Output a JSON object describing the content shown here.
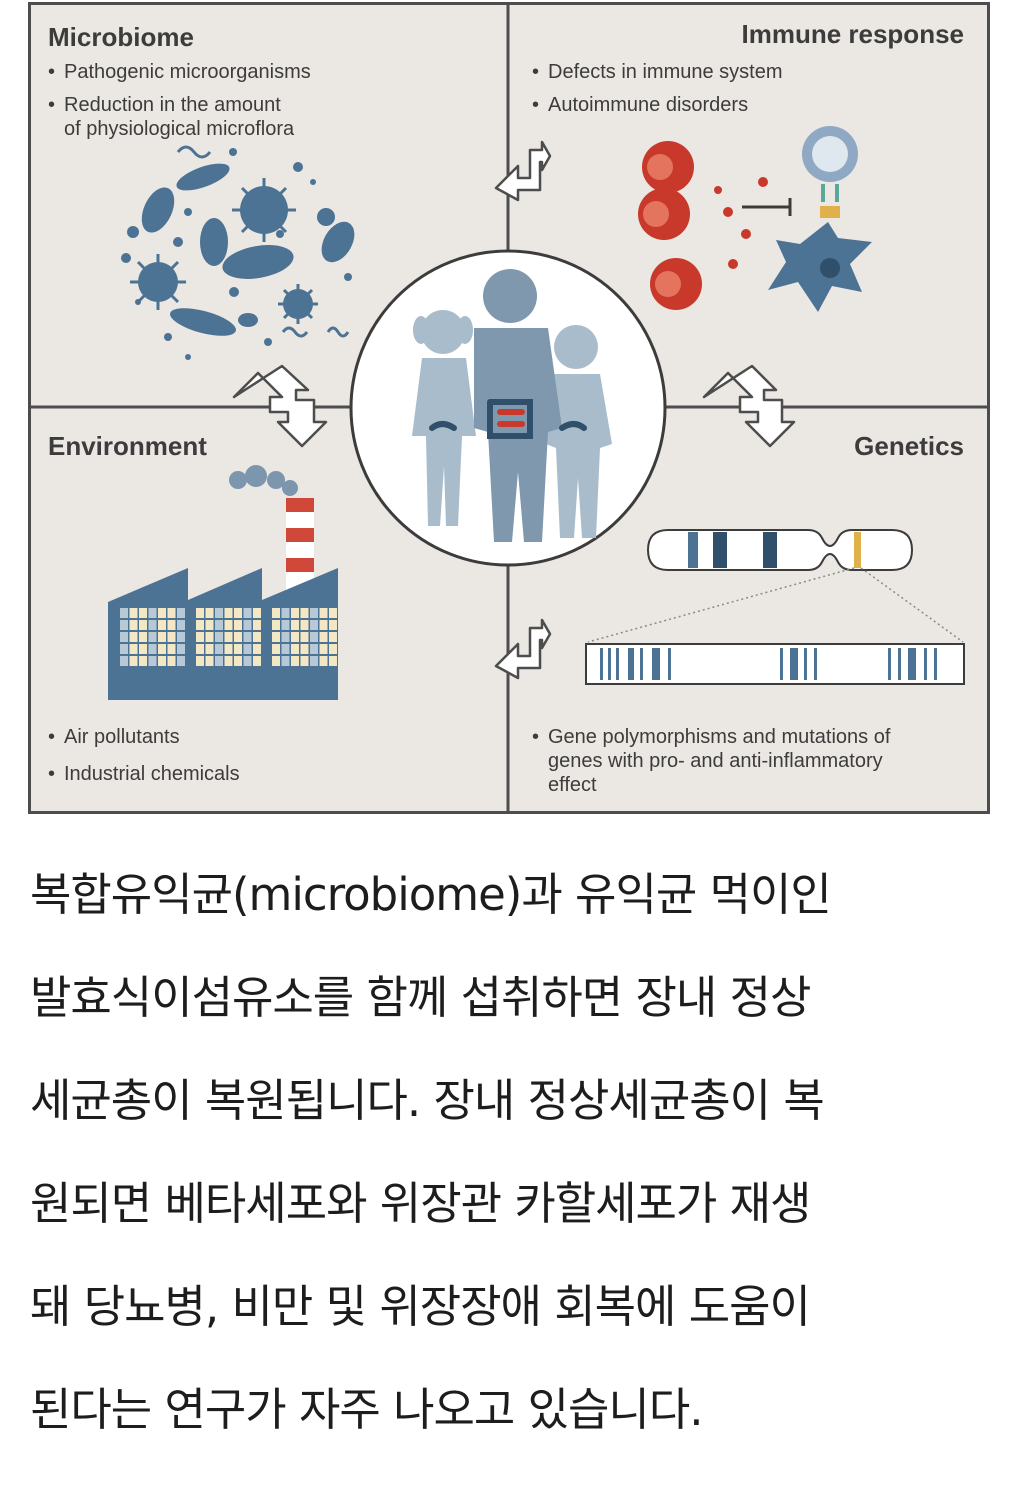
{
  "figure": {
    "panels": {
      "microbiome": {
        "title": "Microbiome",
        "bullets": [
          "Pathogenic microorganisms",
          "Reduction in the amount",
          "of physiological microflora"
        ]
      },
      "immune": {
        "title": "Immune response",
        "bullets": [
          "Defects in immune system",
          "Autoimmune disorders"
        ]
      },
      "environment": {
        "title": "Environment",
        "bullets": [
          "Air pollutants",
          "Industrial chemicals"
        ]
      },
      "genetics": {
        "title": "Genetics",
        "bullets": [
          "Gene polymorphisms and mutations of",
          "genes with pro- and anti-inflammatory",
          "effect"
        ]
      }
    },
    "colors": {
      "panel_bg": "#ebe7e2",
      "border": "#4d4d4d",
      "slate": "#4d7394",
      "children": "#a9bccb",
      "red": "#c8392b",
      "window_cream": "#f4e8c4",
      "window_blue": "#b7c9d6"
    }
  },
  "caption": {
    "lines": [
      "복합유익균(microbiome)과 유익균 먹이인",
      "발효식이섬유소를 함께 섭취하면 장내 정상",
      "세균총이 복원됩니다. 장내 정상세균총이 복",
      "원되면 베타세포와 위장관 카할세포가 재생",
      "돼 당뇨병, 비만 및 위장장애 회복에 도움이",
      "된다는 연구가 자주 나오고 있습니다."
    ]
  }
}
